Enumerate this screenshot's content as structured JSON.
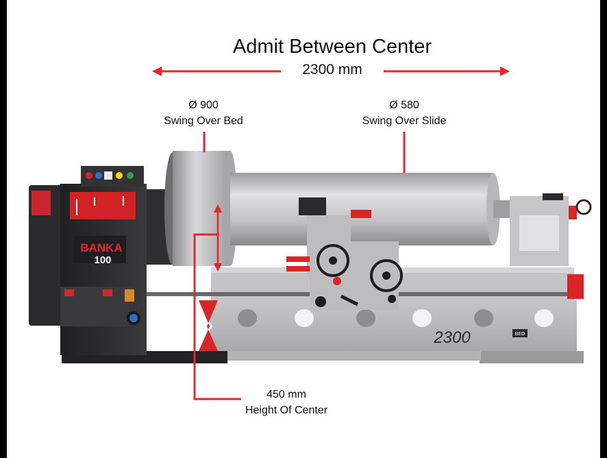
{
  "title": "Admit Between Center",
  "admit_dimension": "2300 mm",
  "swing_over_bed": {
    "value": "Ø 900",
    "label": "Swing Over Bed"
  },
  "swing_over_slide": {
    "value": "Ø 580",
    "label": "Swing Over Slide"
  },
  "height_of_center": {
    "value": "450 mm",
    "label": "Height Of Center"
  },
  "machine": {
    "brand": "BANKA",
    "model": "100",
    "bed_length": "2300",
    "bed_badge": "BED"
  },
  "colors": {
    "accent_red": "#e8252a",
    "machine_dark": "#2d2d2f",
    "machine_grey": "#b9b9bb",
    "workpiece": "#c8c8ca"
  },
  "icons": [
    "double-arrow-icon",
    "leader-line-icon",
    "handwheel-icon"
  ]
}
